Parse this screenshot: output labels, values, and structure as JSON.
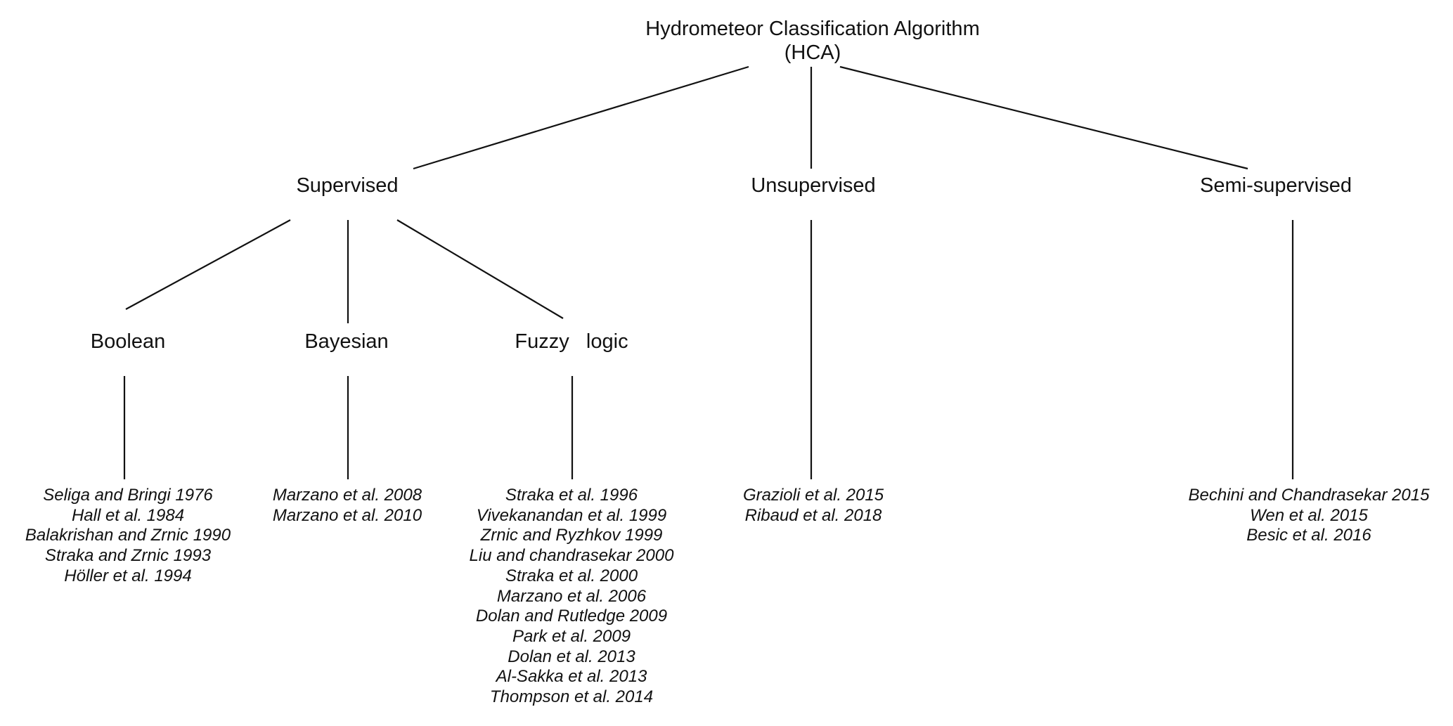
{
  "root": {
    "line1": "Hydrometeor Classification Algorithm",
    "line2": "(HCA)"
  },
  "categories": {
    "supervised": "Supervised",
    "unsupervised": "Unsupervised",
    "semi_supervised": "Semi-supervised"
  },
  "methods": {
    "boolean": "Boolean",
    "bayesian": "Bayesian",
    "fuzzy_logic": "Fuzzy   logic"
  },
  "references": {
    "boolean": [
      "Seliga and Bringi 1976",
      "Hall et al. 1984",
      "Balakrishan and Zrnic 1990",
      "Straka and Zrnic 1993",
      "Höller et al. 1994"
    ],
    "bayesian": [
      "Marzano et al. 2008",
      "Marzano et al. 2010"
    ],
    "fuzzy_logic": [
      "Straka et al. 1996",
      "Vivekanandan et al. 1999",
      "Zrnic and Ryzhkov 1999",
      "Liu and chandrasekar 2000",
      "Straka et al. 2000",
      "Marzano et al. 2006",
      "Dolan and Rutledge 2009",
      "Park et al. 2009",
      "Dolan et al. 2013",
      "Al-Sakka et al. 2013",
      "Thompson et al. 2014"
    ],
    "unsupervised": [
      "Grazioli et al. 2015",
      "Ribaud et al. 2018"
    ],
    "semi_supervised": [
      "Bechini and Chandrasekar 2015",
      "Wen et al. 2015",
      "Besic et al. 2016"
    ]
  }
}
